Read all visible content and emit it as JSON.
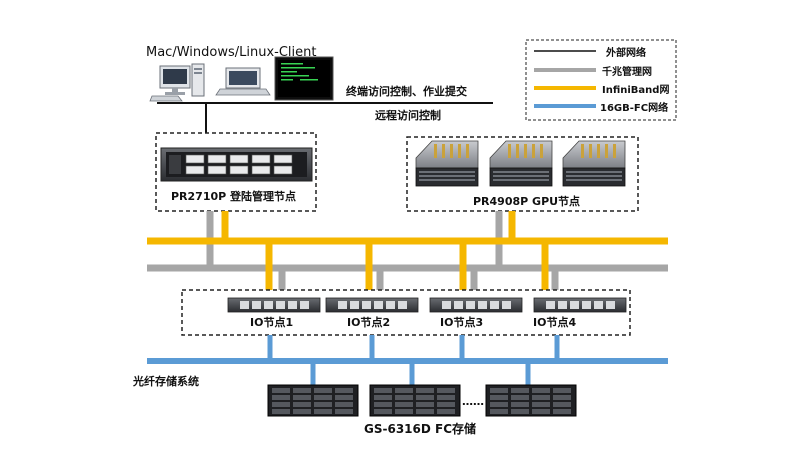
{
  "client": {
    "title": "Mac/Windows/Linux-Client",
    "caption1": "终端访问控制、作业提交",
    "caption2": "远程访问控制"
  },
  "legend": [
    {
      "label": "外部网络",
      "color": "#111111"
    },
    {
      "label": "千兆管理网",
      "color": "#a6a6a6"
    },
    {
      "label": "InfiniBand网",
      "color": "#f5b700"
    },
    {
      "label": "16GB-FC网络",
      "color": "#5b9bd5"
    }
  ],
  "login_node": {
    "label": "PR2710P 登陆管理节点"
  },
  "gpu_nodes": {
    "label": "PR4908P GPU节点"
  },
  "io_nodes": [
    "IO节点1",
    "IO节点2",
    "IO节点3",
    "IO节点4"
  ],
  "storage_network": {
    "label": "光纤存储系统"
  },
  "storage": {
    "label": "GS-6316D FC存储",
    "ellipsis": "……"
  }
}
